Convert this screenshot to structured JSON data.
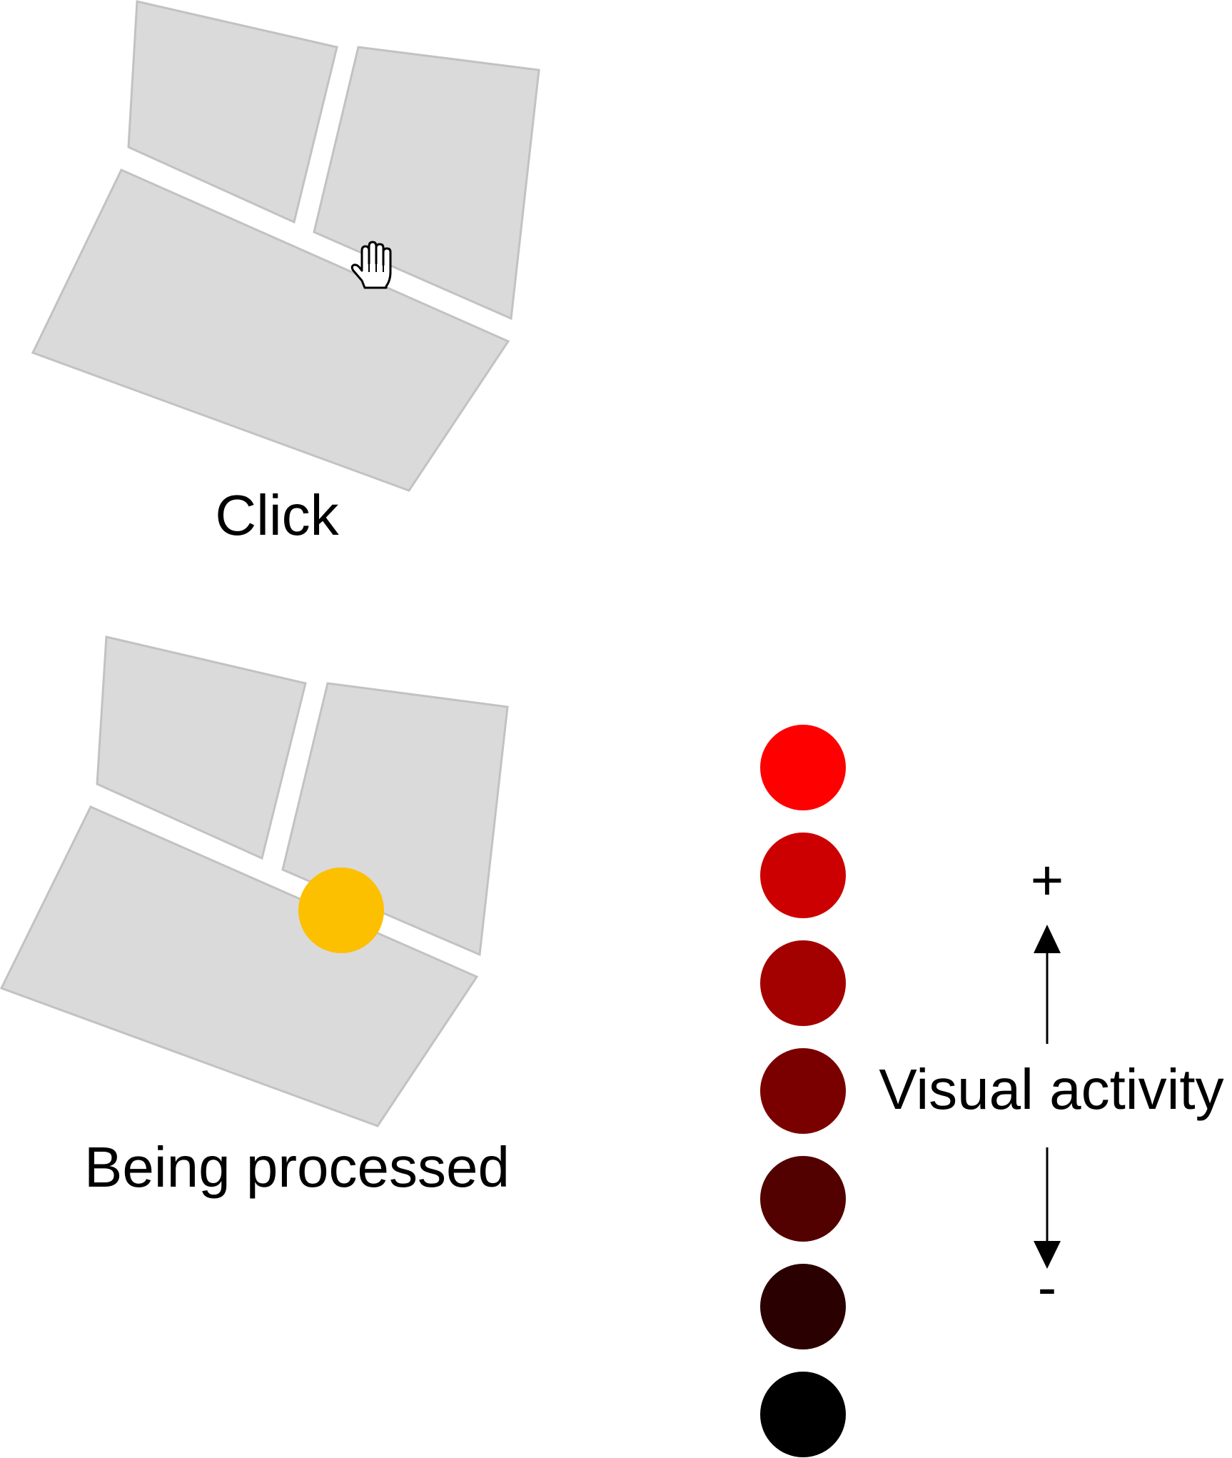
{
  "states": {
    "click": {
      "label": "Click",
      "cursor_icon": "hand-cursor-icon"
    },
    "processing": {
      "label": "Being processed",
      "marker_color": "#fcc000"
    }
  },
  "legend": {
    "axis_label": "Visual activity",
    "plus": "+",
    "minus": "-",
    "swatches": [
      "#ff0000",
      "#cc0000",
      "#a30000",
      "#7a0000",
      "#520000",
      "#2b0000",
      "#000000"
    ],
    "arrow_icons": [
      "arrow-up-icon",
      "arrow-down-icon"
    ]
  },
  "colors": {
    "region_fill": "#dadada",
    "region_stroke": "#c2c2c2",
    "background": "#ffffff"
  }
}
